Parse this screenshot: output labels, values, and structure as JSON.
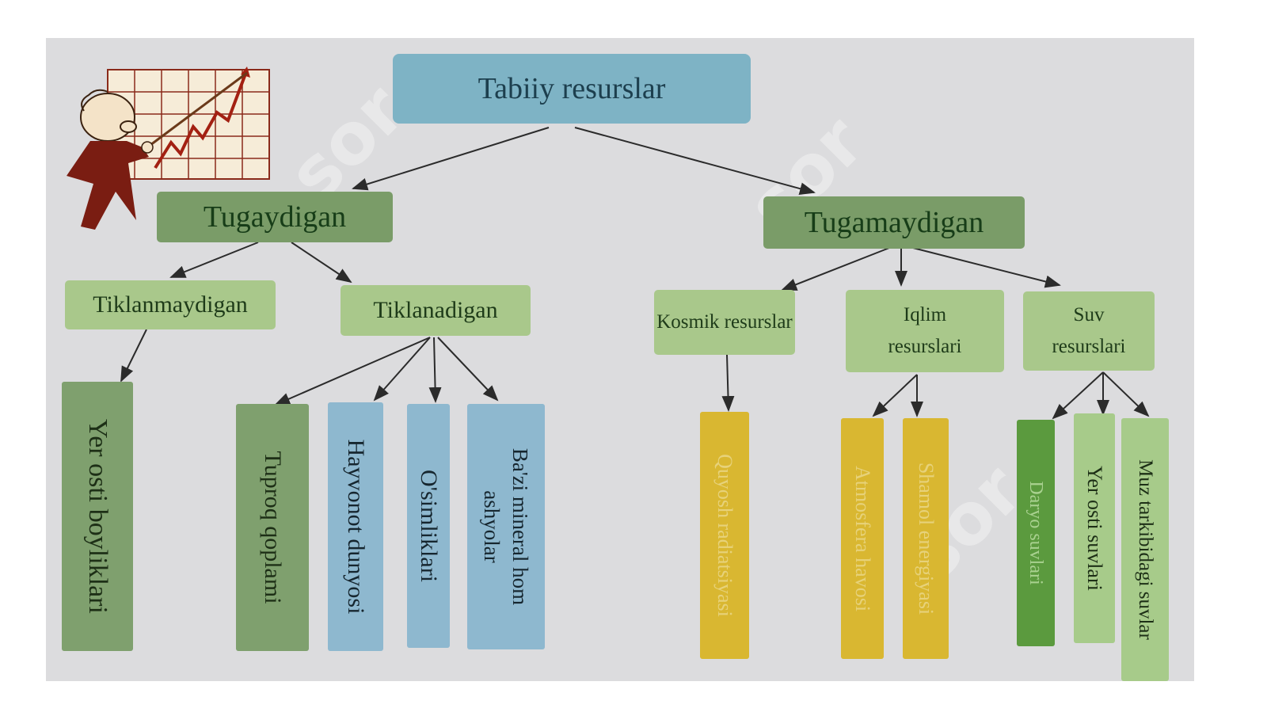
{
  "diagram": {
    "root": "Tabiiy resurslar",
    "branch_left": "Tugaydigan",
    "branch_right": "Tugamaydigan",
    "left_sub": {
      "non_renewable": "Tiklanmaydigan",
      "renewable": "Tiklanadigan"
    },
    "right_sub": {
      "cosmic": "Kosmik resurslar",
      "climate": "Iqlim resurslari",
      "water": "Suv resurslari"
    },
    "leaves": {
      "underground": "Yer osti boyliklari",
      "soil": "Tuproq qoplami",
      "animals": "Hayvonot dunyosi",
      "plants": "O'simliklari",
      "minerals": "Ba'zi mineral hom ashyolar",
      "solar": "Quyosh radiatsiyasi",
      "atmosphere": "Atmosfera havosi",
      "wind": "Shamol energiyasi",
      "rivers": "Daryo suvlari",
      "groundwater": "Yer osti suvlari",
      "ice": "Muz tarkibidagi suvlar"
    }
  },
  "colors": {
    "root": "#7eb3c5",
    "level1": "#7a9c68",
    "level2": "#a9c88b",
    "leaf_green": "#7fa06e",
    "leaf_blue": "#8eb8cf",
    "leaf_yellow": "#d9b731",
    "leaf_dark_green": "#5b9a3e",
    "leaf_light_green": "#a7cb8a"
  },
  "icons": {
    "mascot": "presenter-with-rising-chart-icon"
  }
}
